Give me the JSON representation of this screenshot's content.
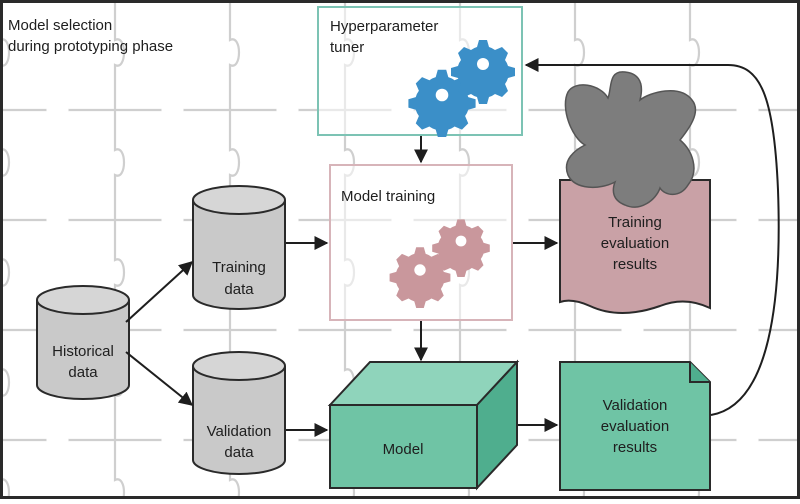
{
  "title": {
    "line1": "Model selection",
    "line2": "during prototyping phase"
  },
  "hyperparameter_tuner": {
    "line1": "Hyperparameter",
    "line2": "tuner"
  },
  "model_training": {
    "label": "Model training"
  },
  "training_data": {
    "line1": "Training",
    "line2": "data"
  },
  "validation_data": {
    "line1": "Validation",
    "line2": "data"
  },
  "historical_data": {
    "line1": "Historical",
    "line2": "data"
  },
  "model": {
    "label": "Model"
  },
  "training_results": {
    "line1": "Training",
    "line2": "evaluation",
    "line3": "results"
  },
  "validation_results": {
    "line1": "Validation",
    "line2": "evaluation",
    "line3": "results"
  },
  "colors": {
    "gear_blue": "#3b8fc8",
    "gear_pink": "#c9979c",
    "model_green": "#6fc4a5",
    "results_pink": "#c9a1a6",
    "cylinder_gray": "#c9c9c9",
    "puzzle_gray": "#7d7d7d"
  }
}
